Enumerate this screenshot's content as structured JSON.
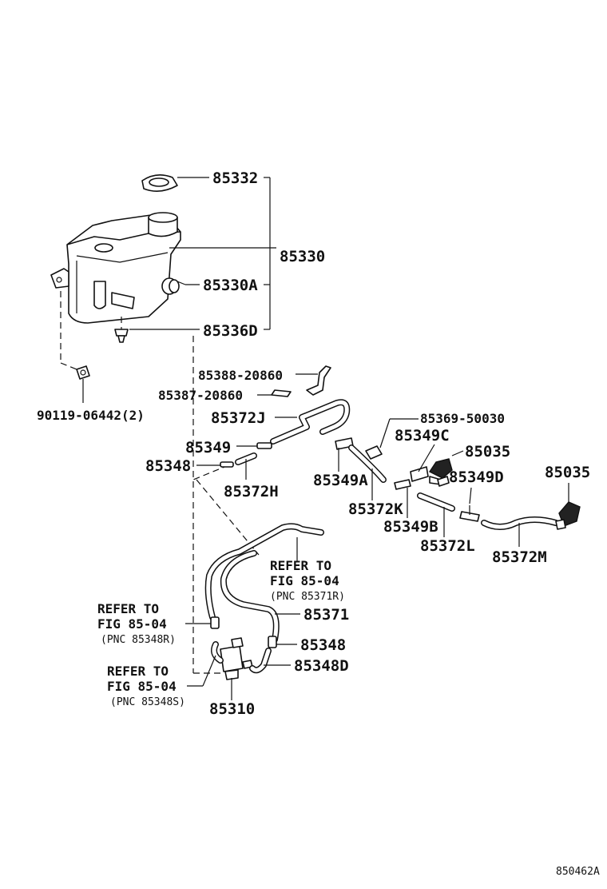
{
  "labels": {
    "p85332": "85332",
    "p85330": "85330",
    "p85330A": "85330A",
    "p85336D": "85336D",
    "p85388": "85388-20860",
    "p85387": "85387-20860",
    "p90119": "90119-06442(2)",
    "p85372J": "85372J",
    "p85369": "85369-50030",
    "p85349": "85349",
    "p85349C": "85349C",
    "p85035a": "85035",
    "p85035b": "85035",
    "p85348": "85348",
    "p85372H": "85372H",
    "p85349A": "85349A",
    "p85349D": "85349D",
    "p85372K": "85372K",
    "p85349B": "85349B",
    "p85372L": "85372L",
    "p85372M": "85372M",
    "p85371": "85371",
    "p85348b": "85348",
    "p85348D": "85348D",
    "p85310": "85310"
  },
  "refs": {
    "r1": {
      "line1": "REFER TO",
      "line2": "FIG 85-04",
      "line3": "(PNC 85371R)"
    },
    "r2": {
      "line1": "REFER TO",
      "line2": "FIG 85-04",
      "line3": "(PNC 85348R)"
    },
    "r3": {
      "line1": "REFER TO",
      "line2": "FIG 85-04",
      "line3": "(PNC 85348S)"
    }
  },
  "figure_id": "850462A"
}
